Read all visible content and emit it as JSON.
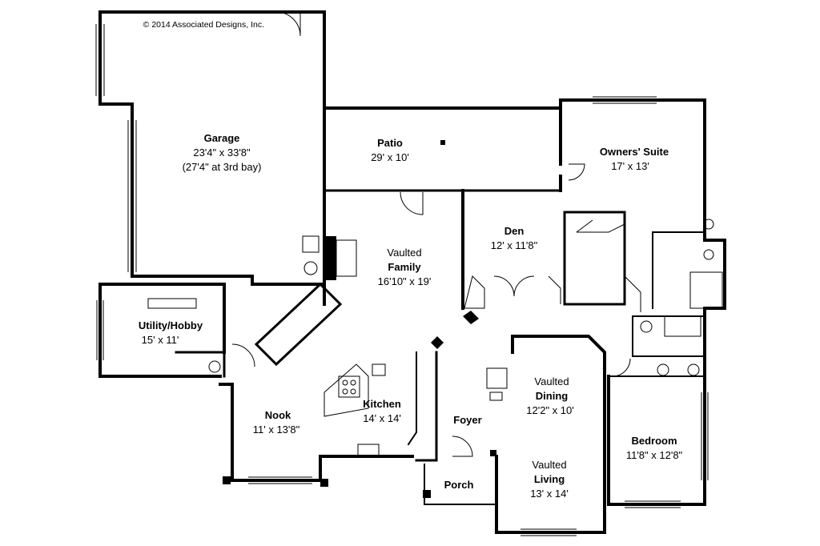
{
  "copyright": "© 2014 Associated Designs, Inc.",
  "rooms": {
    "garage": {
      "name": "Garage",
      "dim": "23'4\" x 33'8\"",
      "note": "(27'4\" at 3rd bay)"
    },
    "patio": {
      "name": "Patio",
      "dim": "29' x 10'"
    },
    "owners": {
      "name": "Owners' Suite",
      "dim": "17' x 13'"
    },
    "family": {
      "prefix": "Vaulted",
      "name": "Family",
      "dim": "16'10\" x 19'"
    },
    "den": {
      "name": "Den",
      "dim": "12' x 11'8\""
    },
    "utility": {
      "name": "Utility/Hobby",
      "dim": "15' x 11'"
    },
    "kitchen": {
      "name": "Kitchen",
      "dim": "14' x 14'"
    },
    "nook": {
      "name": "Nook",
      "dim": "11' x 13'8\""
    },
    "dining": {
      "prefix": "Vaulted",
      "name": "Dining",
      "dim": "12'2\" x 10'"
    },
    "foyer": {
      "name": "Foyer"
    },
    "living": {
      "prefix": "Vaulted",
      "name": "Living",
      "dim": "13' x 14'"
    },
    "porch": {
      "name": "Porch"
    },
    "bedroom": {
      "name": "Bedroom",
      "dim": "11'8\" x 12'8\""
    }
  }
}
